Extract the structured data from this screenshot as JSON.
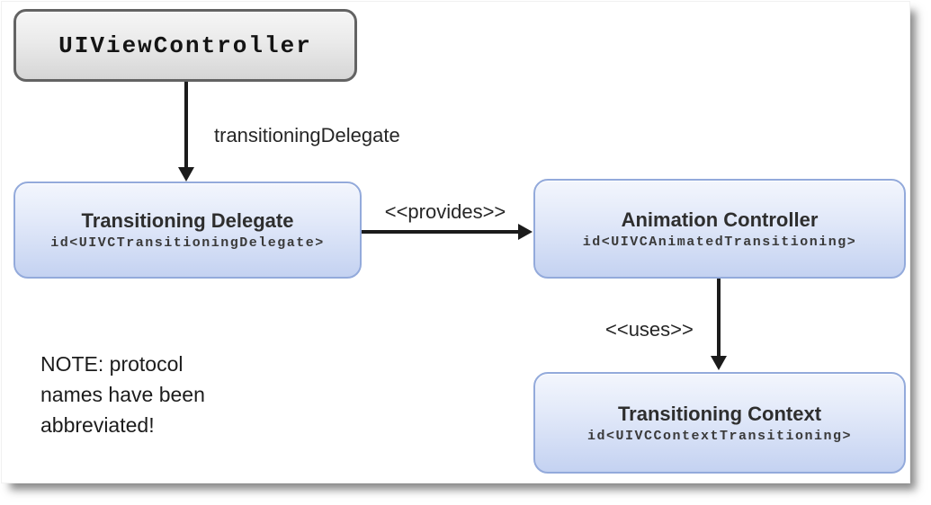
{
  "nodes": {
    "uiviewcontroller": {
      "title": "UIViewController"
    },
    "transitioning_delegate": {
      "title": "Transitioning Delegate",
      "protocol": "id<UIVCTransitioningDelegate>"
    },
    "animation_controller": {
      "title": "Animation Controller",
      "protocol": "id<UIVCAnimatedTransitioning>"
    },
    "transitioning_context": {
      "title": "Transitioning Context",
      "protocol": "id<UIVCContextTransitioning>"
    }
  },
  "edges": {
    "transitioning_delegate_property": {
      "label": "transitioningDelegate",
      "from": "UIViewController",
      "to": "Transitioning Delegate"
    },
    "provides": {
      "label": "<<provides>>",
      "from": "Transitioning Delegate",
      "to": "Animation Controller"
    },
    "uses": {
      "label": "<<uses>>",
      "from": "Animation Controller",
      "to": "Transitioning Context"
    }
  },
  "note": {
    "line1": "NOTE: protocol",
    "line2": "names have been",
    "line3": "abbreviated!"
  },
  "colors": {
    "canvas": "#ffffff",
    "class_node_fill_top": "#f6f6f6",
    "class_node_fill_bottom": "#d6d6d6",
    "class_node_border": "#636363",
    "protocol_node_fill_top": "#f3f6fd",
    "protocol_node_fill_bottom": "#c4d2f1",
    "protocol_node_border": "#93aadb",
    "arrow": "#1b1b1b",
    "text": "#262626"
  }
}
